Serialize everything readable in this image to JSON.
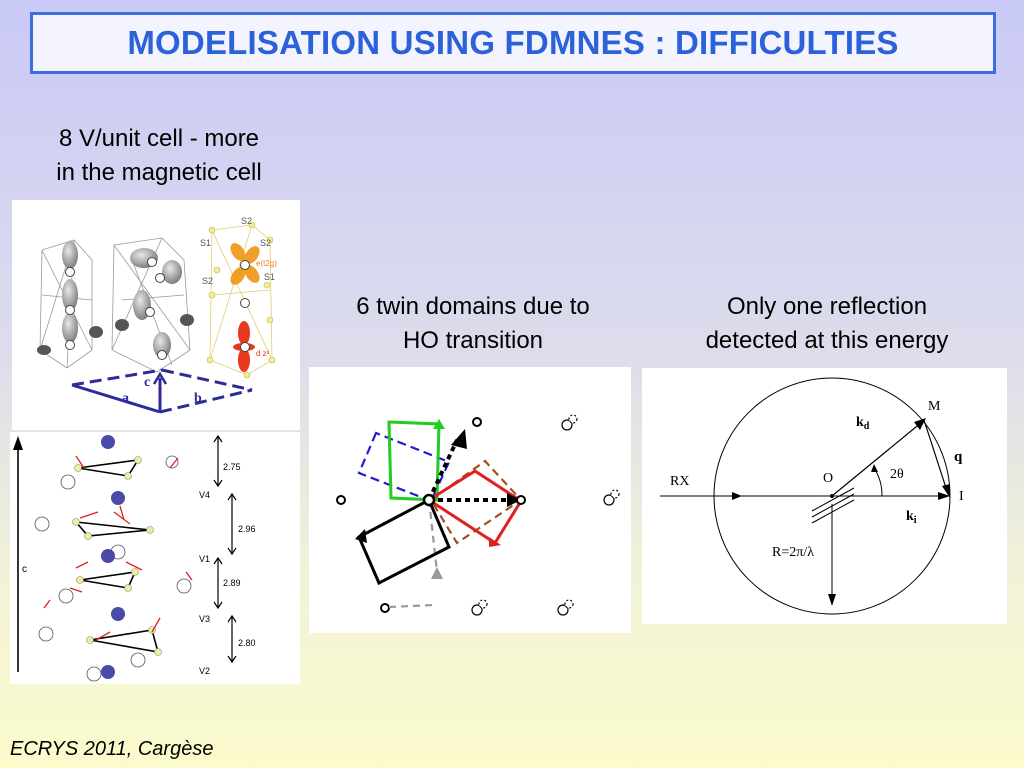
{
  "title": "MODELISATION USING FDMNES : DIFFICULTIES",
  "captions": {
    "left_line1": "8 V/unit cell - more",
    "left_line2": "in the magnetic cell",
    "middle_line1": "6 twin domains due to",
    "middle_line2": "HO transition",
    "right_line1": "Only one reflection",
    "right_line2": "detected at this energy"
  },
  "crystal": {
    "orbital_labels": [
      "S2",
      "S1",
      "S2",
      "e(t2g)",
      "S2",
      "S1",
      "d z²"
    ],
    "axis_labels": {
      "a": "a",
      "b": "b",
      "c": "c"
    }
  },
  "chain": {
    "axis_label": "c",
    "distances": [
      "2.75",
      "2.96",
      "2.89",
      "2.80"
    ],
    "sites": [
      "V4",
      "V1",
      "V3",
      "V2"
    ]
  },
  "ewald": {
    "labels": {
      "rx": "RX",
      "o": "O",
      "i": "I",
      "m": "M",
      "kd": "k",
      "kd_sub": "d",
      "ki": "k",
      "ki_sub": "i",
      "q": "q",
      "angle": "2θ",
      "radius": "R=2π/λ"
    }
  },
  "footer": "ECRYS 2011, Cargèse",
  "colors": {
    "title": "#2b62d9",
    "frame": "#3a6ee0",
    "axes": "#2b2b9a",
    "domain_green": "#22cc22",
    "domain_red": "#e02020",
    "domain_blue": "#2020cc",
    "domain_brown": "#a0521e"
  }
}
